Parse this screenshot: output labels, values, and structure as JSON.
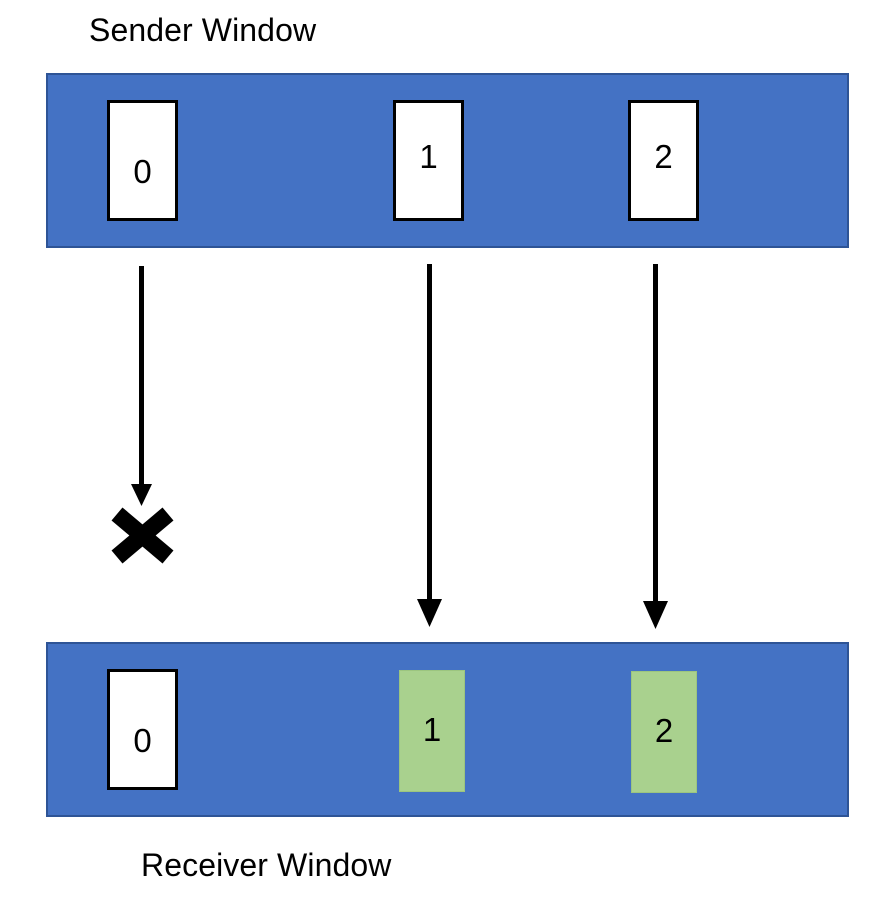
{
  "diagram": {
    "title_sender": "Sender Window",
    "title_receiver": "Receiver Window",
    "colors": {
      "window_fill": "#4472C4",
      "window_border": "#2E5496",
      "slot_empty_fill": "#FFFFFF",
      "slot_empty_border": "#000000",
      "slot_received_fill": "#A9D18E",
      "arrow": "#000000",
      "loss_mark": "#000000",
      "background": "#FFFFFF"
    },
    "sender_window": {
      "label": "Sender Window",
      "slots": [
        {
          "label": "0",
          "state": "sent"
        },
        {
          "label": "1",
          "state": "sent"
        },
        {
          "label": "2",
          "state": "sent"
        }
      ]
    },
    "receiver_window": {
      "label": "Receiver Window",
      "slots": [
        {
          "label": "0",
          "state": "missing"
        },
        {
          "label": "1",
          "state": "received"
        },
        {
          "label": "2",
          "state": "received"
        }
      ]
    },
    "transmissions": [
      {
        "frame": "0",
        "outcome": "lost",
        "marker": "x-cross"
      },
      {
        "frame": "1",
        "outcome": "delivered",
        "marker": "arrowhead"
      },
      {
        "frame": "2",
        "outcome": "delivered",
        "marker": "arrowhead"
      }
    ]
  }
}
